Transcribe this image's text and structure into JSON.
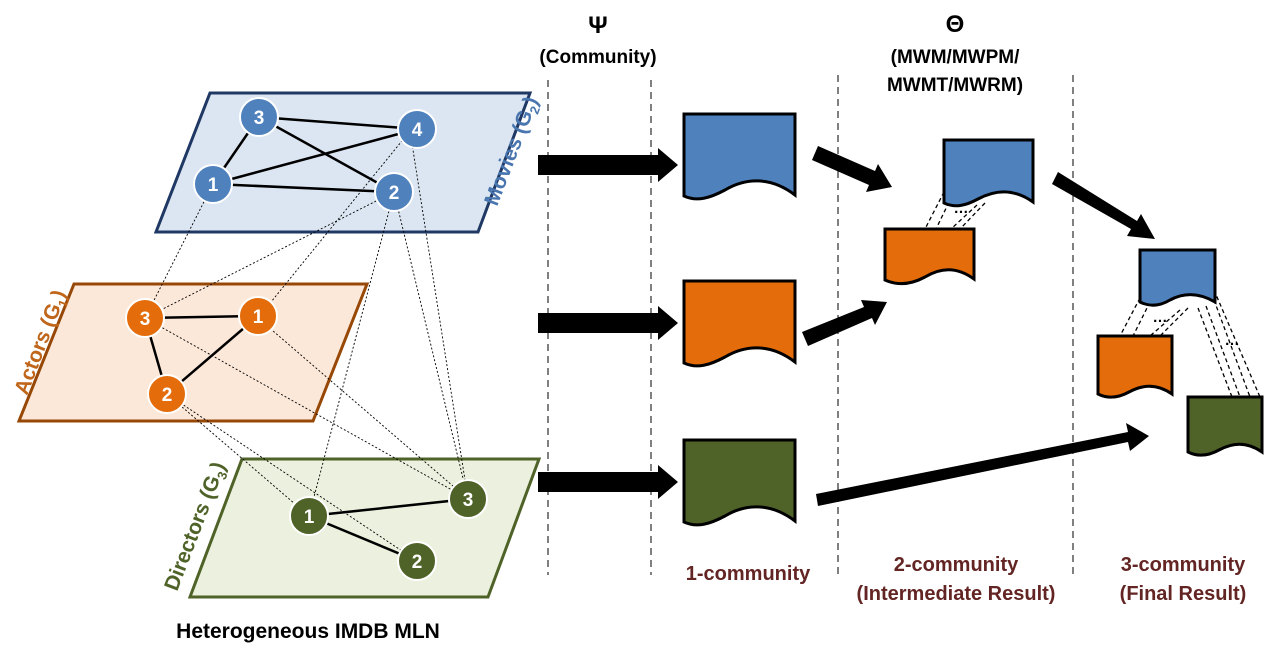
{
  "title": "Heterogeneous IMDB MLN",
  "layers": {
    "movies": {
      "name": "Movies",
      "sub": "2",
      "color": "#4A76B0",
      "fill": "#DCE6F2",
      "nodes": [
        "1",
        "2",
        "3",
        "4"
      ]
    },
    "actors": {
      "name": "Actors",
      "sub": "1",
      "color": "#C0661A",
      "fill": "#FCE8D9",
      "nodes": [
        "1",
        "2",
        "3"
      ]
    },
    "directors": {
      "name": "Directors",
      "sub": "3",
      "color": "#4F6228",
      "fill": "#EBF1DE",
      "nodes": [
        "1",
        "2",
        "3"
      ]
    }
  },
  "node_colors": {
    "movies": "#4F81BD",
    "actors": "#E46C0A",
    "directors": "#4F6228"
  },
  "psi": {
    "symbol": "Ψ",
    "label": "(Community)"
  },
  "theta": {
    "symbol": "Θ",
    "line1": "(MWM/MWPM/",
    "line2": "MWMT/MWRM)"
  },
  "stages": {
    "one": "1-community",
    "two_line1": "2-community",
    "two_line2": "(Intermediate Result)",
    "three_line1": "3-community",
    "three_line2": "(Final Result)"
  },
  "stage_label_color": "#632523",
  "doc_colors": {
    "blue": "#4F81BD",
    "orange": "#E46C0A",
    "green": "#4F6228"
  },
  "dots": "…"
}
